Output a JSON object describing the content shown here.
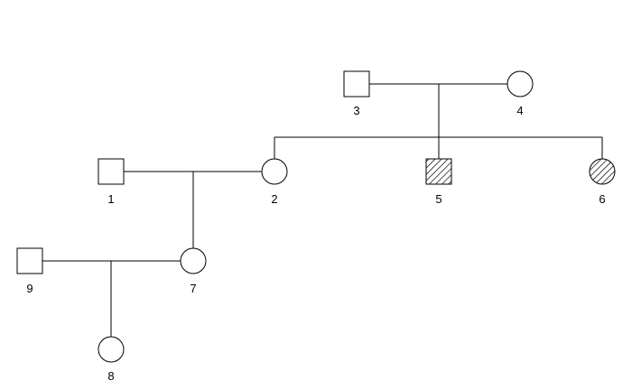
{
  "pedigree": {
    "individuals": [
      {
        "id": "1",
        "label": "1",
        "sex": "male",
        "affected": false
      },
      {
        "id": "2",
        "label": "2",
        "sex": "female",
        "affected": false
      },
      {
        "id": "3",
        "label": "3",
        "sex": "male",
        "affected": false
      },
      {
        "id": "4",
        "label": "4",
        "sex": "female",
        "affected": false
      },
      {
        "id": "5",
        "label": "5",
        "sex": "male",
        "affected": true
      },
      {
        "id": "6",
        "label": "6",
        "sex": "female",
        "affected": true
      },
      {
        "id": "7",
        "label": "7",
        "sex": "female",
        "affected": false
      },
      {
        "id": "8",
        "label": "8",
        "sex": "female",
        "affected": false
      },
      {
        "id": "9",
        "label": "9",
        "sex": "male",
        "affected": false
      }
    ],
    "couples": [
      {
        "partners": [
          "3",
          "4"
        ],
        "children": [
          "2",
          "5",
          "6"
        ]
      },
      {
        "partners": [
          "1",
          "2"
        ],
        "children": [
          "7"
        ]
      },
      {
        "partners": [
          "9",
          "7"
        ],
        "children": [
          "8"
        ]
      }
    ]
  },
  "colors": {
    "stroke": "#000000",
    "fill": "#ffffff",
    "affected_hatch": "#000000"
  }
}
